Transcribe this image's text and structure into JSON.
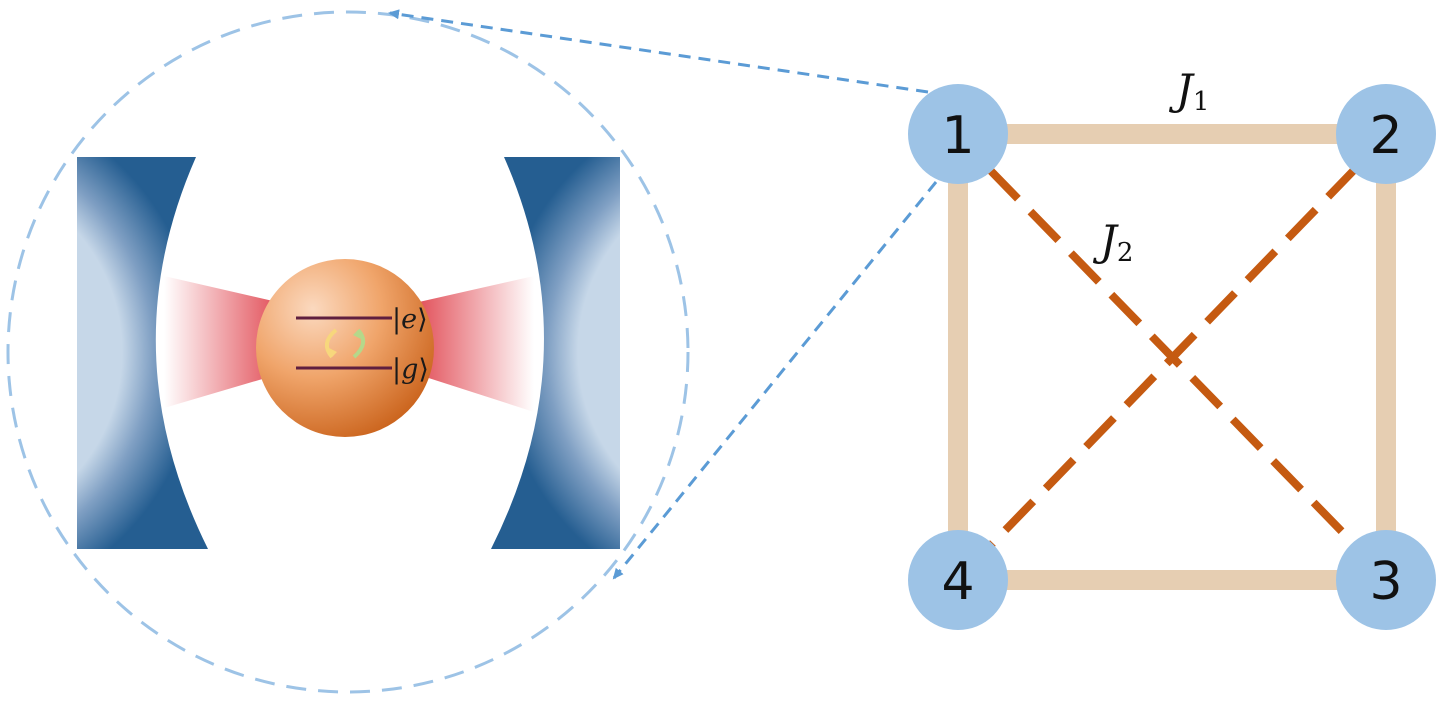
{
  "couplings": {
    "nearest": {
      "symbol": "J",
      "subscript": "1"
    },
    "diagonal": {
      "symbol": "J",
      "subscript": "2"
    }
  },
  "nodes": [
    {
      "id": "1",
      "label": "1"
    },
    {
      "id": "2",
      "label": "2"
    },
    {
      "id": "3",
      "label": "3"
    },
    {
      "id": "4",
      "label": "4"
    }
  ],
  "states": {
    "excited": {
      "bar_left": "|",
      "letter": "e",
      "bracket_right": "⟩"
    },
    "ground": {
      "bar_left": "|",
      "letter": "g",
      "bracket_right": "⟩"
    }
  },
  "colors": {
    "node_fill": "#9dc3e6",
    "edge_solid": "#e6ceb2",
    "edge_dashed": "#c55a11",
    "mirror": "#255e91",
    "beam": "#e0454f",
    "atom_light": "#fbd9bf",
    "atom_dark": "#c55a11",
    "zoom_circle": "#9dc3e6",
    "zoom_arrow": "#5b9bd5",
    "level_line": "#5f1f3f"
  }
}
